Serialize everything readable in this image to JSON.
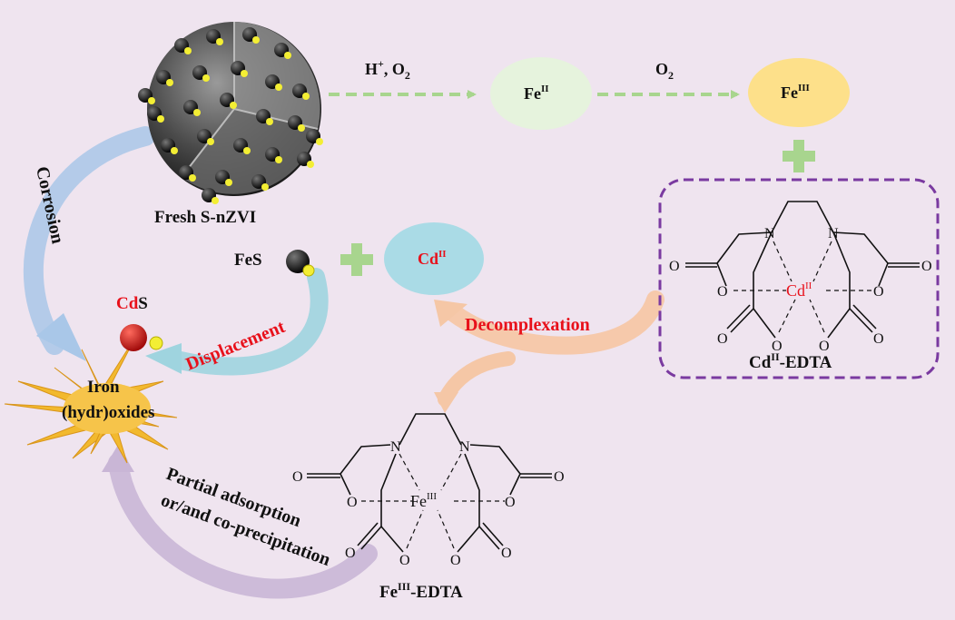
{
  "colors": {
    "background": "#efe4ef",
    "fe2_node": "#e6f3dd",
    "fe3_node": "#fde08a",
    "cd2_node": "#aadbe6",
    "green_arrow": "#a8d58e",
    "blue_arrow": "#a9c7e8",
    "teal_arrow": "#9fd4df",
    "peach_arrow": "#f5c7a6",
    "lilac_arrow": "#c9b6d6",
    "complex_border": "#7a3aa0",
    "highlight_red": "#e8111b"
  },
  "top_reaction": {
    "step1_label_prefix": "H",
    "step1_label_sup": "+",
    "step1_label_mid": ", O",
    "step1_label_sub": "2",
    "fe2_prefix": "Fe",
    "fe2_sup": "II",
    "step2_label_prefix": "O",
    "step2_label_sub": "2",
    "fe3_prefix": "Fe",
    "fe3_sup": "III"
  },
  "particle": {
    "label": "Fresh S-nZVI",
    "icon": "sphere-particle-icon"
  },
  "fes": {
    "label": "FeS",
    "icon": "fes-molecule-icon"
  },
  "cd_ion": {
    "prefix": "Cd",
    "sup": "II"
  },
  "cds": {
    "red_part": "Cd",
    "black_part": "S",
    "icon": "cds-molecule-icon"
  },
  "oxides": {
    "line1": "Iron",
    "line2": "(hydr)oxides",
    "icon": "crystal-cluster-icon"
  },
  "arrows": {
    "corrosion": "Corrosion",
    "displacement": "Displacement",
    "decomplexation": "Decomplexation",
    "adsorption_line1": "Partial adsorption",
    "adsorption_line2": "or/and co-precipitation"
  },
  "cd_edta": {
    "metal_prefix": "Cd",
    "metal_sup": "II",
    "caption_prefix": "Cd",
    "caption_sup": "II",
    "caption_suffix": "-EDTA",
    "atom_N": "N",
    "atom_O": "O"
  },
  "fe_edta": {
    "metal_prefix": "Fe",
    "metal_sup": "III",
    "caption_prefix": "Fe",
    "caption_sup": "III",
    "caption_suffix": "-EDTA",
    "atom_N": "N",
    "atom_O": "O"
  }
}
